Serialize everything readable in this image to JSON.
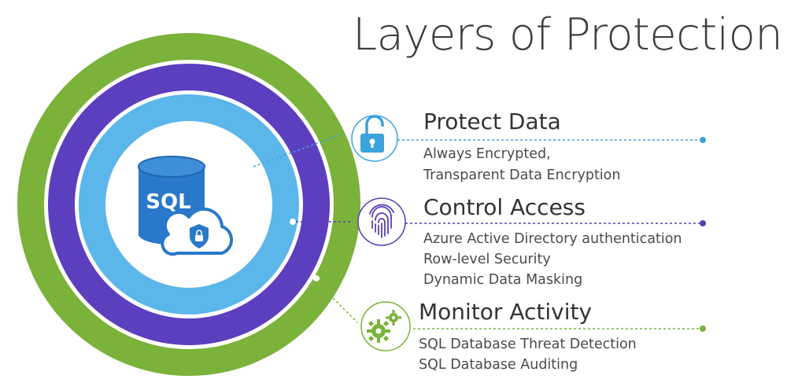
{
  "title": "Layers of Protection",
  "center": {
    "badge_text": "SQL"
  },
  "colors": {
    "outer_ring": "#7ab23a",
    "middle_ring": "#5c3fbf",
    "inner_ring": "#5bb6ea",
    "sql_cylinder": "#2a78c9",
    "connector_blue": "#3aa3dc",
    "connector_purple": "#5a3cba",
    "connector_green": "#7ab23a"
  },
  "layers": [
    {
      "heading": "Protect Data",
      "icon": "padlock-open-icon",
      "items": [
        "Always Encrypted,",
        "Transparent Data Encryption"
      ]
    },
    {
      "heading": "Control Access",
      "icon": "fingerprint-icon",
      "items": [
        "Azure Active Directory authentication",
        "Row-level Security",
        "Dynamic Data Masking"
      ]
    },
    {
      "heading": "Monitor Activity",
      "icon": "gears-icon",
      "items": [
        "SQL Database Threat Detection",
        "SQL Database Auditing"
      ]
    }
  ]
}
